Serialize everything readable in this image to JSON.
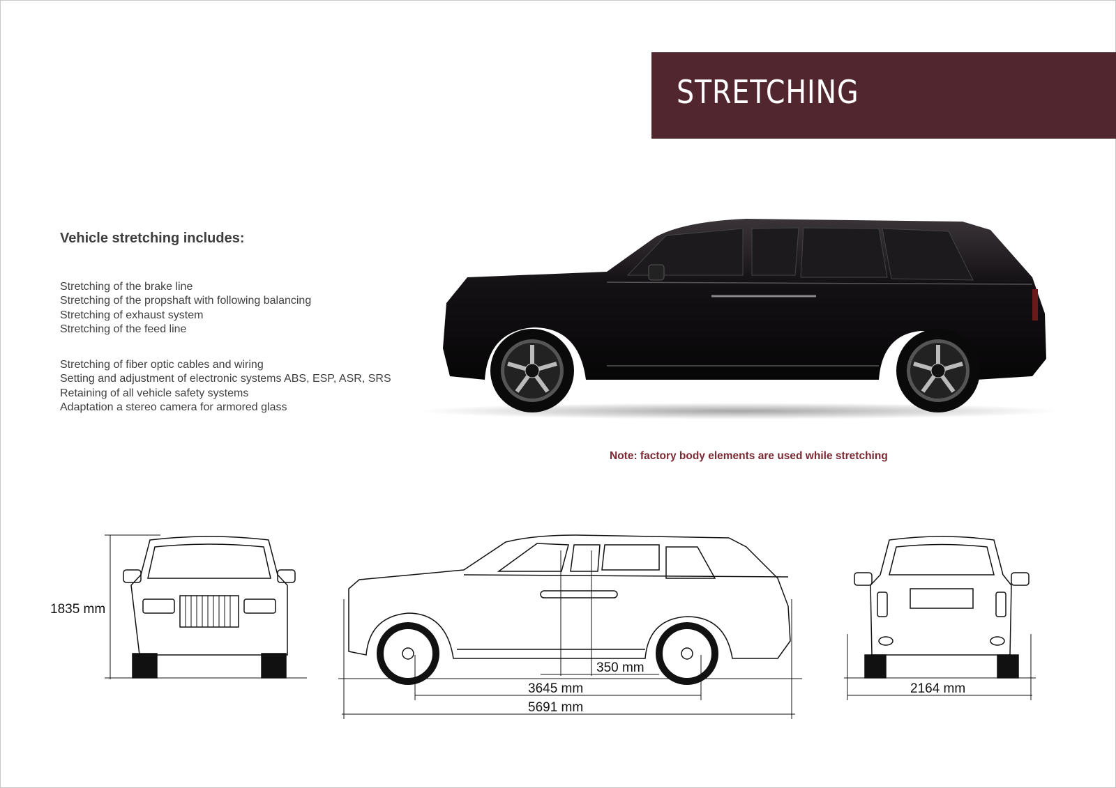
{
  "header": {
    "title": "STRETCHING",
    "banner_color": "#52262f"
  },
  "intro": {
    "heading": "Vehicle stretching includes:"
  },
  "list_group_1": [
    "Stretching of the brake line",
    "Stretching of the propshaft with following balancing",
    "Stretching of exhaust system",
    "Stretching of the feed line"
  ],
  "list_group_2": [
    "Stretching of fiber optic cables and wiring",
    "Setting and adjustment of electronic systems ABS, ESP, ASR, SRS",
    "Retaining of all vehicle safety systems",
    "Adaptation a stereo camera for armored glass"
  ],
  "note": {
    "text": "Note: factory body elements are used while stretching",
    "color": "#7a2832"
  },
  "dimensions": {
    "height": "1835 mm",
    "stretch": "350 mm",
    "wheelbase": "3645 mm",
    "length": "5691 mm",
    "width": "2164 mm"
  }
}
